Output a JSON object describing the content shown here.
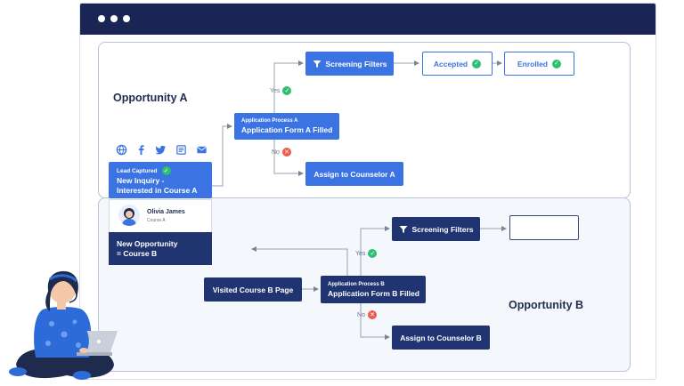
{
  "colors": {
    "titlebar": "#1a2555",
    "blue": "#3b73e3",
    "navy": "#1f3470",
    "check": "#2fbf71",
    "cross": "#ec5b4c"
  },
  "window": {
    "dots": [
      "window-dot",
      "window-dot",
      "window-dot"
    ]
  },
  "opportunity_a": {
    "label": "Opportunity A",
    "social_icons": [
      "web-icon",
      "facebook-icon",
      "twitter-icon",
      "newspaper-icon",
      "email-icon"
    ],
    "lead": {
      "tag": "Lead Captured",
      "line1": "New Inquiry -",
      "line2": "Interested in Course A"
    },
    "application": {
      "small": "Application Process A",
      "big": "Application Form A Filled"
    },
    "yes_label": "Yes",
    "no_label": "No",
    "screening": "Screening Filters",
    "accepted": "Accepted",
    "enrolled": "Enrolled",
    "counselor": "Assign to Counselor A"
  },
  "profile": {
    "name": "Olivia James",
    "course": "Course A"
  },
  "new_opportunity": {
    "line1": "New Opportunity",
    "line2": "= Course B"
  },
  "opportunity_b": {
    "label": "Opportunity B",
    "visited": "Visited Course B Page",
    "application": {
      "small": "Application Process B",
      "big": "Application Form B Filled"
    },
    "yes_label": "Yes",
    "no_label": "No",
    "screening": "Screening Filters",
    "counselor": "Assign to Counselor B"
  }
}
